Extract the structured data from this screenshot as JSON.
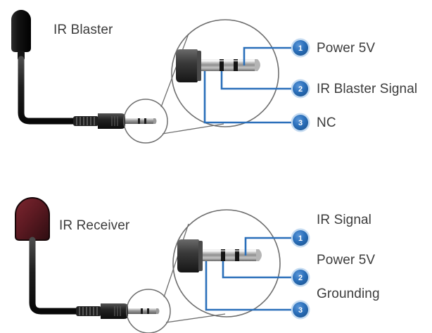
{
  "page": {
    "background_color": "#ffffff",
    "text_color": "#3c3c3c",
    "accent_color": "#2a6fba",
    "badge_halo_color": "#7fb0e0",
    "outline_color": "#6e6e6e"
  },
  "sections": [
    {
      "id": "ir-blaster",
      "device_title": "IR Blaster",
      "device_head_color": "#1a1a1a",
      "device_head_shape": "capsule",
      "callouts": [
        {
          "number": "1",
          "label": "Power 5V",
          "pin": "tip"
        },
        {
          "number": "2",
          "label": "IR Blaster Signal",
          "pin": "ring"
        },
        {
          "number": "3",
          "label": "NC",
          "pin": "sleeve"
        }
      ]
    },
    {
      "id": "ir-receiver",
      "device_title": "IR Receiver",
      "device_head_color": "#6e1f28",
      "device_head_shape": "dome",
      "callouts": [
        {
          "number": "1",
          "label": "IR Signal",
          "pin": "tip"
        },
        {
          "number": "2",
          "label": "Power 5V",
          "pin": "ring"
        },
        {
          "number": "3",
          "label": "Grounding",
          "pin": "sleeve"
        }
      ]
    }
  ],
  "icons": {
    "magnifier": "magnifier-circle-icon",
    "plug": "trs-plug-icon",
    "cable": "cable-icon",
    "badge": "numbered-badge-icon"
  }
}
